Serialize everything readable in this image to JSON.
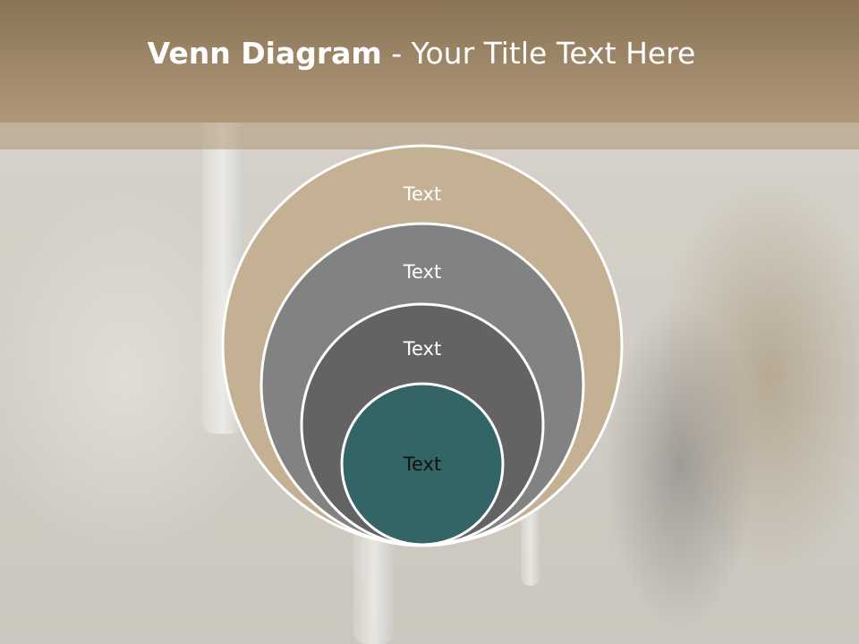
{
  "title": {
    "bold": "Venn Diagram",
    "rest": " - Your Title Text Here"
  },
  "diagram": {
    "circles": [
      {
        "label": "Text",
        "color": "#c4b093"
      },
      {
        "label": "Text",
        "color": "#828282"
      },
      {
        "label": "Text",
        "color": "#636363"
      },
      {
        "label": "Text",
        "color": "#336466"
      }
    ],
    "outline_color": "#ffffff"
  },
  "colors": {
    "title_bar": "#a08a6b",
    "title_text": "#ffffff"
  }
}
